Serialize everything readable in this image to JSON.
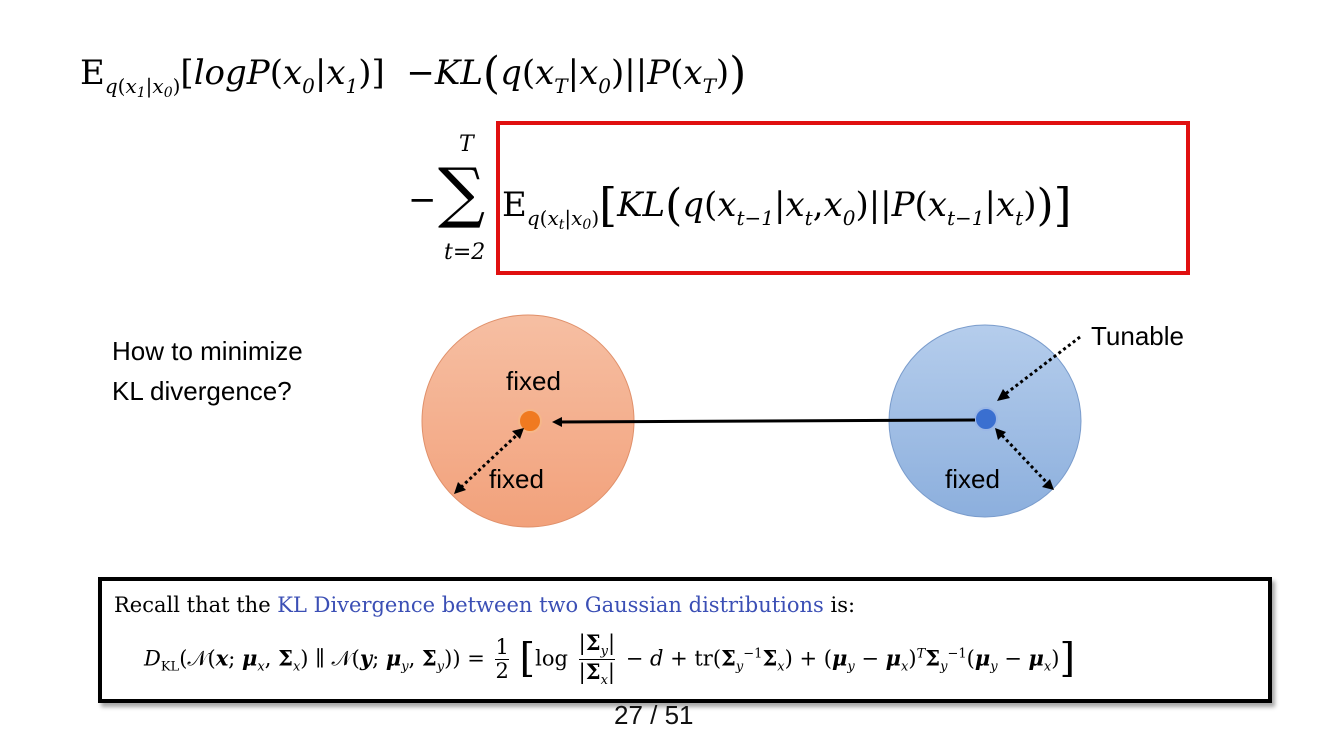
{
  "equation": {
    "line1_a": "E",
    "line1_b": "[logP(x",
    "line2_prefix": "−",
    "sum_top": "T",
    "sum_bottom": "t=2"
  },
  "question": {
    "line1": "How to minimize",
    "line2": "KL divergence?"
  },
  "labels": {
    "tunable": "Tunable",
    "fixed_left_top": "fixed",
    "fixed_left_bottom": "fixed",
    "fixed_right": "fixed"
  },
  "colors": {
    "highlight_box": "#e01010",
    "left_circle": "#f4a584",
    "left_dot": "#f07a20",
    "right_circle": "#8fb3e0",
    "right_dot": "#3a6fd0",
    "link": "#3b4fb5"
  },
  "recall": {
    "prefix": "Recall that the ",
    "link": "KL Divergence between two Gaussian distributions",
    "suffix": " is:"
  },
  "page": "27 / 51"
}
